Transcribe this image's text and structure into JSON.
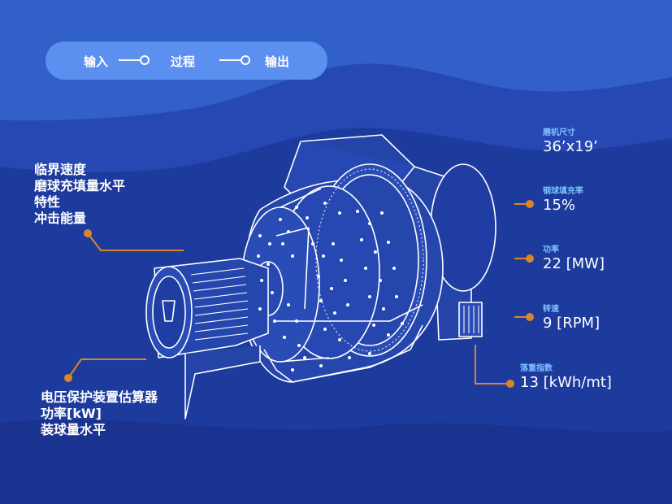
{
  "flow": {
    "input": "输入",
    "process": "过程",
    "output": "输出"
  },
  "inputs_list": [
    "临界速度",
    "磨球充填量水平",
    "特性",
    "冲击能量"
  ],
  "protection_list": [
    "电压保护装置估算器",
    "功率[kW]",
    "装球量水平"
  ],
  "specs": {
    "mill_size": {
      "label": "磨机尺寸",
      "value": "36’x19’"
    },
    "ball_fill": {
      "label": "钢球填充率",
      "value": "15%"
    },
    "power": {
      "label": "功率",
      "value": "22 [MW]"
    },
    "speed": {
      "label": "转速",
      "value": "9 [RPM]"
    },
    "drop_index": {
      "label": "落重指数",
      "value": "13 [kWh/mt]"
    }
  },
  "colors": {
    "background": "#1b3593",
    "wave_light": "#2c4fb8",
    "pill": "#5b8ff0",
    "accent_orange": "#d9862a",
    "label_blue": "#7fc1ff",
    "outline": "#ffffff"
  }
}
